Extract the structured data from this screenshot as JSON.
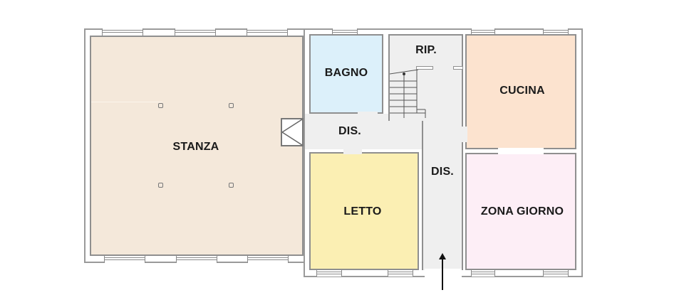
{
  "floorplan": {
    "rooms": [
      {
        "id": "stanza",
        "label": "STANZA",
        "color": "#f4e8da"
      },
      {
        "id": "bagno",
        "label": "BAGNO",
        "color": "#dcf0fa"
      },
      {
        "id": "rip",
        "label": "RIP.",
        "color": "#efefef"
      },
      {
        "id": "dis-upper",
        "label": "DIS.",
        "color": "#efefef"
      },
      {
        "id": "dis-vertical",
        "label": "DIS.",
        "color": "#efefef"
      },
      {
        "id": "letto",
        "label": "LETTO",
        "color": "#fbefb3"
      },
      {
        "id": "cucina",
        "label": "CUCINA",
        "color": "#fce3cf"
      },
      {
        "id": "zona-giorno",
        "label": "ZONA GIORNO",
        "color": "#fdeef6"
      }
    ],
    "entrance": {
      "symbol": "entrance-arrow"
    },
    "wall_color": "#8f8f8f"
  }
}
